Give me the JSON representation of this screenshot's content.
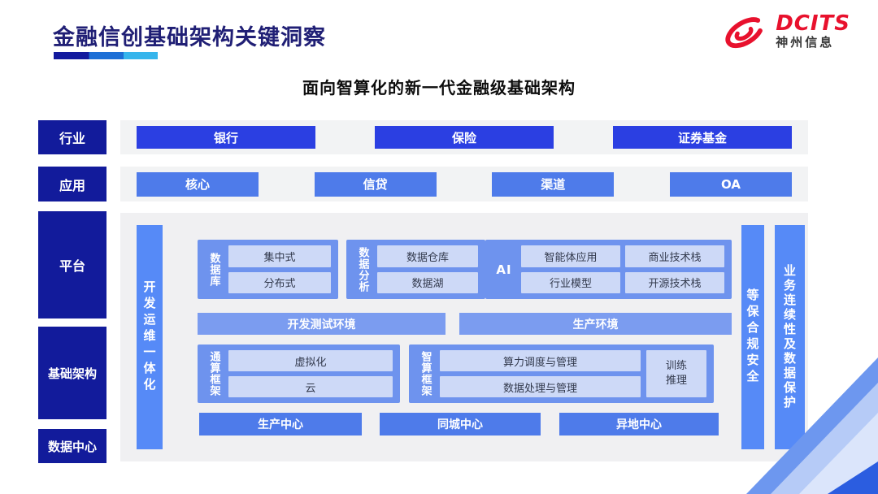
{
  "page": {
    "title": "金融信创基础架构关键洞察",
    "subtitle": "面向智算化的新一代金融级基础架构"
  },
  "logo": {
    "brand": "DCITS",
    "company": "神州信息"
  },
  "colors": {
    "title_navy": "#201f75",
    "rail_navy": "#121b9b",
    "industry_button_blue": "#2b3fe2",
    "application_button_blue": "#4e7bea",
    "group_blue": "#6e93ee",
    "env_bar_blue": "#7b9cf0",
    "vertical_bar_blue": "#568af7",
    "chip_light_blue": "#cdd9f7",
    "logo_red": "#e8112d",
    "corner_dark_blue": "#2b5de0"
  },
  "rails": {
    "industry": "行业",
    "application": "应用",
    "platform": "平台",
    "infrastructure": "基础架构",
    "datacenter": "数据中心"
  },
  "industry_row": {
    "items": [
      "银行",
      "保险",
      "证券基金"
    ]
  },
  "application_row": {
    "items": [
      "核心",
      "信贷",
      "渠道",
      "OA"
    ]
  },
  "platform": {
    "devops_bar": "开发运维一体化",
    "security_bar": "等保合规安全",
    "continuity_bar": "业务连续性及数据保护",
    "database_group": {
      "label": "数据库",
      "items": [
        "集中式",
        "分布式"
      ]
    },
    "analytics_group": {
      "label": "数据分析",
      "items": [
        "数据仓库",
        "数据湖"
      ]
    },
    "ai_group": {
      "label": "AI",
      "items": [
        "智能体应用",
        "商业技术栈",
        "行业模型",
        "开源技术栈"
      ]
    },
    "environments": [
      "开发测试环境",
      "生产环境"
    ],
    "general_framework": {
      "label": "通算框架",
      "items": [
        "虚拟化",
        "云"
      ]
    },
    "ai_framework": {
      "label": "智算框架",
      "items": [
        "算力调度与管理",
        "数据处理与管理"
      ],
      "side_lines": [
        "训练",
        "推理"
      ]
    },
    "centers": [
      "生产中心",
      "同城中心",
      "异地中心"
    ]
  }
}
